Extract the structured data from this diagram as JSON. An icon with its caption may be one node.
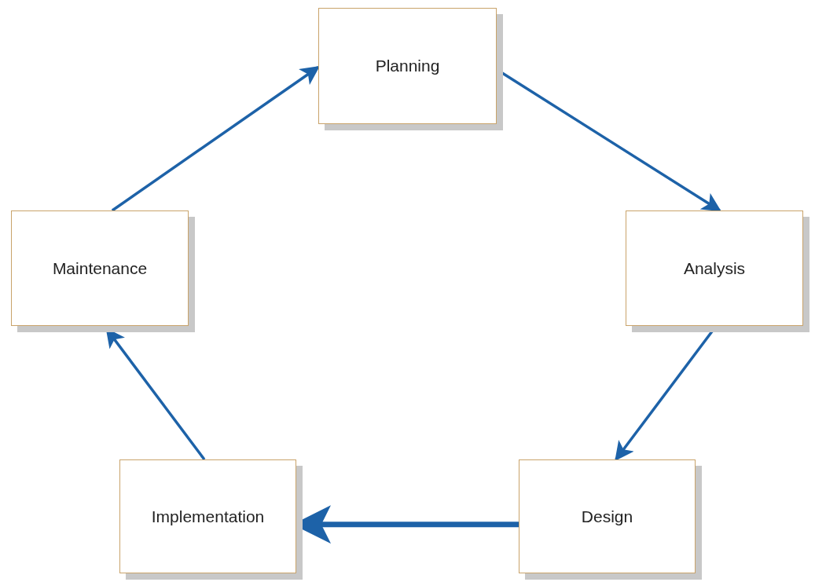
{
  "diagram": {
    "nodes": [
      {
        "text": [
          "Planning"
        ]
      },
      {
        "text": [
          "Analysis"
        ]
      },
      {
        "text": [
          "Design"
        ]
      },
      {
        "text": [
          "Implementation"
        ]
      },
      {
        "text": [
          "Maintenance"
        ]
      }
    ],
    "edges": [
      {
        "from": 0,
        "to": 1,
        "arrow": "to"
      },
      {
        "from": 1,
        "to": 2,
        "arrow": "to"
      },
      {
        "from": 2,
        "to": 3,
        "arrow": "to",
        "style": "thick"
      },
      {
        "from": 3,
        "to": 4,
        "arrow": "to"
      },
      {
        "from": 4,
        "to": 0,
        "arrow": "to"
      }
    ]
  }
}
